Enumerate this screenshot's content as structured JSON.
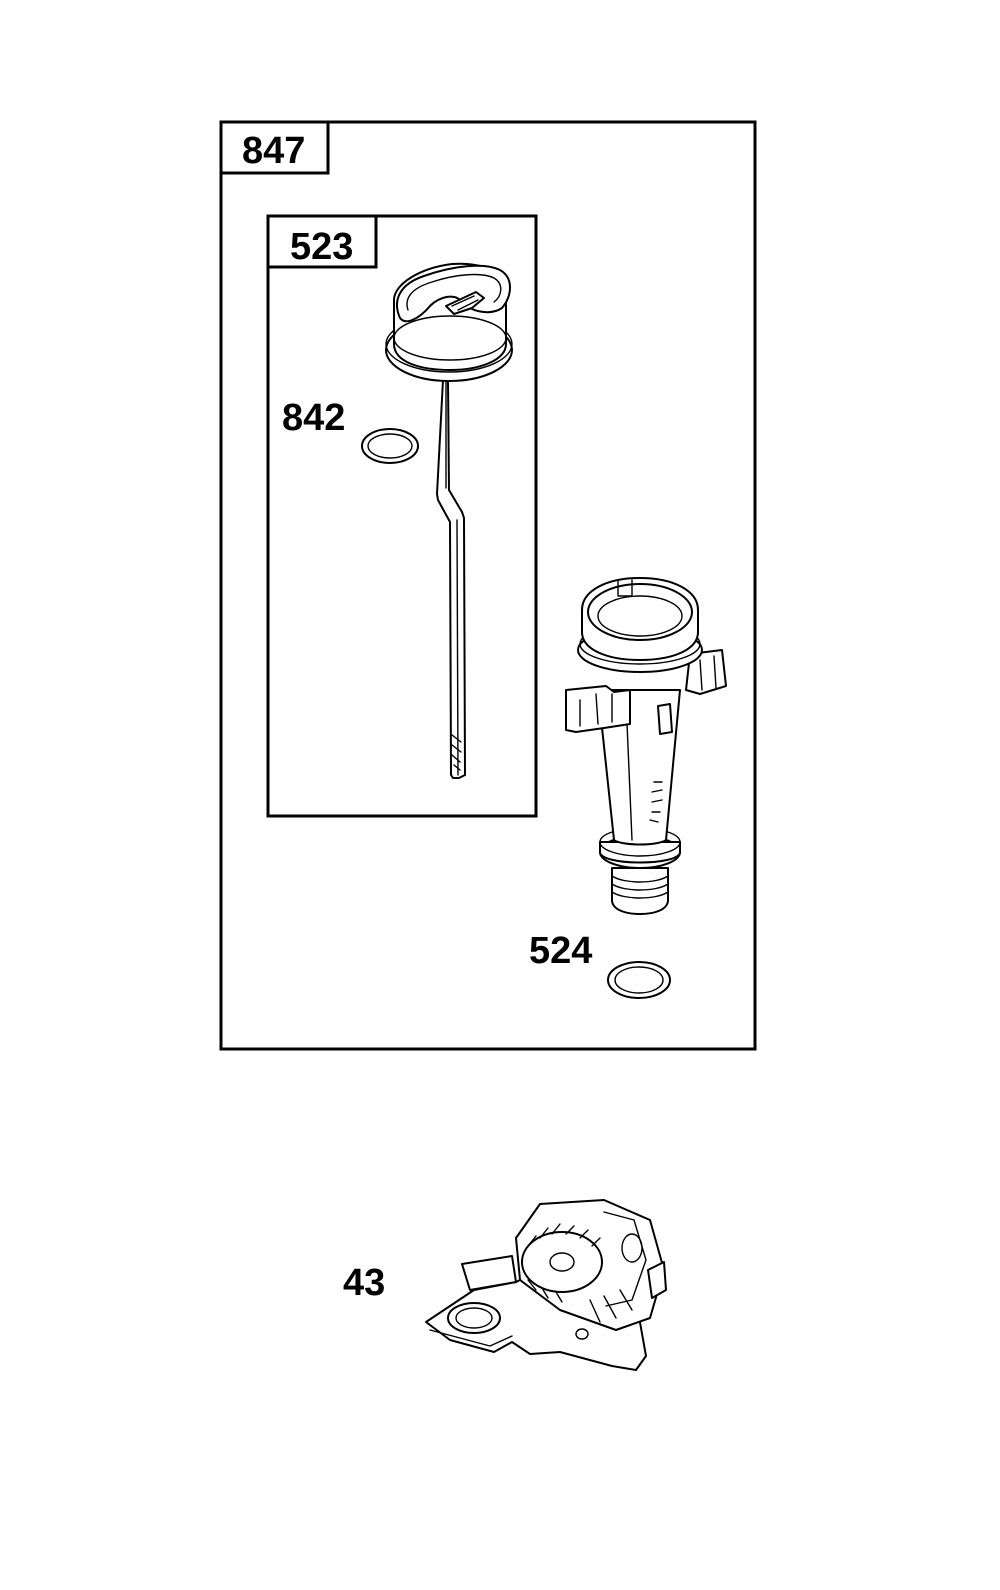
{
  "callouts": {
    "kit_847": "847",
    "dipstick_523": "523",
    "oring_842": "842",
    "tube_524": "524",
    "part_43": "43"
  }
}
